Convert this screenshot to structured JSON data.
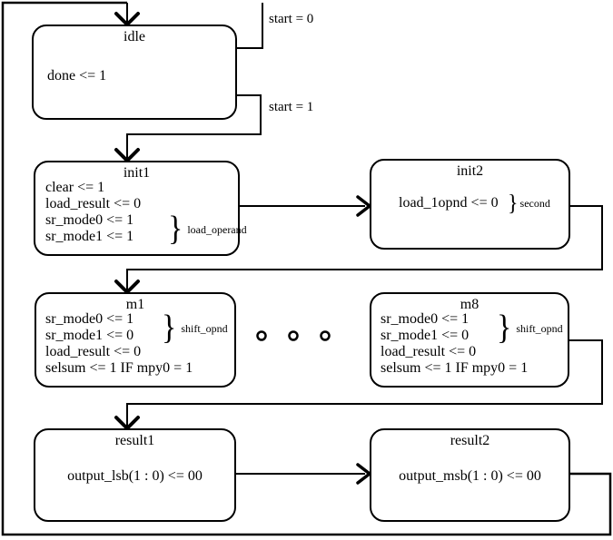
{
  "diagram_type": "finite-state-machine",
  "colors": {
    "line": "#000000",
    "background": "#ffffff",
    "text": "#000000"
  },
  "glyphs": {
    "brace": "}",
    "ellipsis_dots": "o o o"
  },
  "transitions": {
    "start_eq_0": "start = 0",
    "start_eq_1": "start = 1"
  },
  "states": {
    "idle": {
      "title": "idle",
      "lines": [
        "done <= 1"
      ]
    },
    "init1": {
      "title": "init1",
      "lines": [
        "clear <= 1",
        "load_result <= 0",
        "sr_mode0 <= 1",
        "sr_mode1 <= 1"
      ],
      "brace_label": "load_operand"
    },
    "init2": {
      "title": "init2",
      "lines": [
        "load_1opnd <= 0"
      ],
      "brace_label": "second"
    },
    "m1": {
      "title": "m1",
      "lines": [
        "sr_mode0 <= 1",
        "sr_mode1 <= 0",
        "load_result <= 0",
        "selsum <= 1 IF mpy0 = 1"
      ],
      "brace_label": "shift_opnd"
    },
    "m8": {
      "title": "m8",
      "lines": [
        "sr_mode0 <= 1",
        "sr_mode1 <= 0",
        "load_result <= 0",
        "selsum <= 1 IF mpy0 = 1"
      ],
      "brace_label": "shift_opnd"
    },
    "result1": {
      "title": "result1",
      "lines": [
        "output_lsb(1 : 0) <= 00"
      ]
    },
    "result2": {
      "title": "result2",
      "lines": [
        "output_msb(1 : 0) <= 00"
      ]
    }
  }
}
